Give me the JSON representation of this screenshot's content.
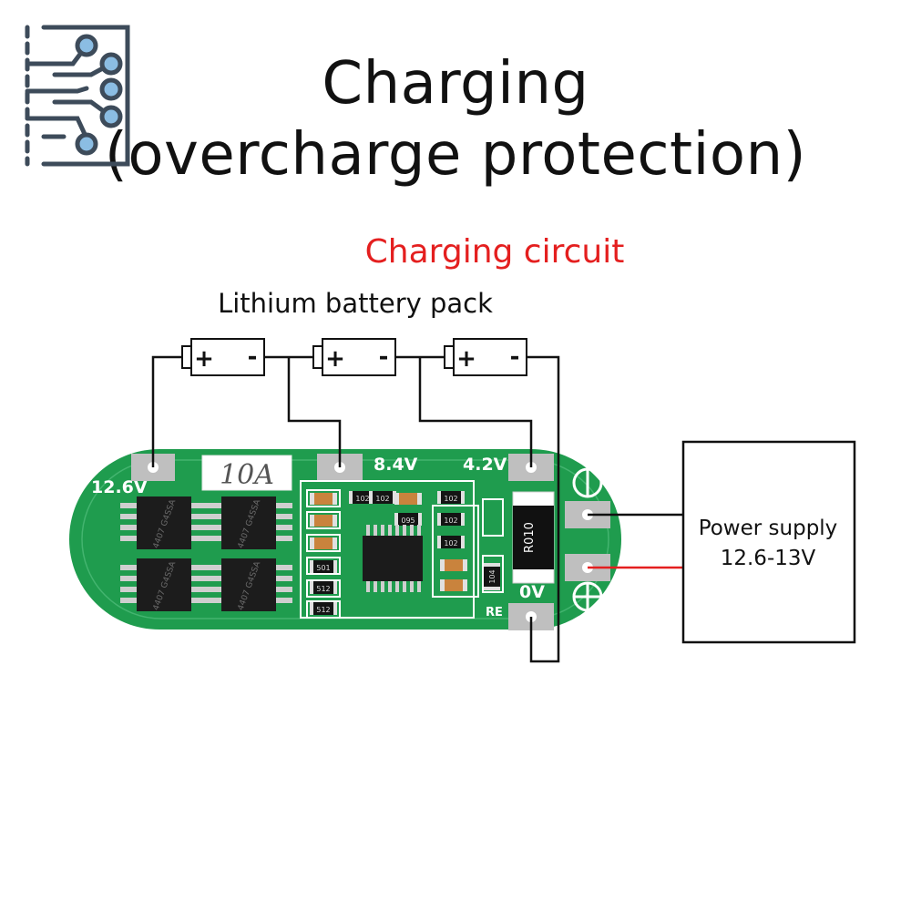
{
  "title": {
    "line1": "Charging",
    "line2": "(overcharge protection)"
  },
  "logo_icon": "circuit-traces-icon",
  "diagram": {
    "section_label": "Charging circuit",
    "battery_pack_label": "Lithium battery pack",
    "cells": [
      {
        "plus": "+",
        "minus": "-"
      },
      {
        "plus": "+",
        "minus": "-"
      },
      {
        "plus": "+",
        "minus": "-"
      }
    ],
    "pcb": {
      "rating": "10A",
      "pads": [
        "12.6V",
        "8.4V",
        "4.2V",
        "0V"
      ],
      "re_label": "RE",
      "shunt_marking": "R010",
      "mosfet_markings": [
        "4407 G4SSA",
        "4407 G4SSA",
        "4407 G4SSA",
        "4407 G4SSA"
      ],
      "component_markings": [
        "102",
        "102",
        "102",
        "102",
        "095",
        "501",
        "512",
        "512",
        "102",
        "104"
      ],
      "minus_symbol": "minus-terminal-icon",
      "plus_symbol": "plus-terminal-icon"
    },
    "power_supply": {
      "line1": "Power supply",
      "line2": "12.6-13V"
    },
    "colors": {
      "pcb_green": "#1f9c4e",
      "pcb_dark": "#168042",
      "label_red": "#e41f1f",
      "positive_wire": "#e41f1f",
      "wire": "#111111"
    }
  }
}
